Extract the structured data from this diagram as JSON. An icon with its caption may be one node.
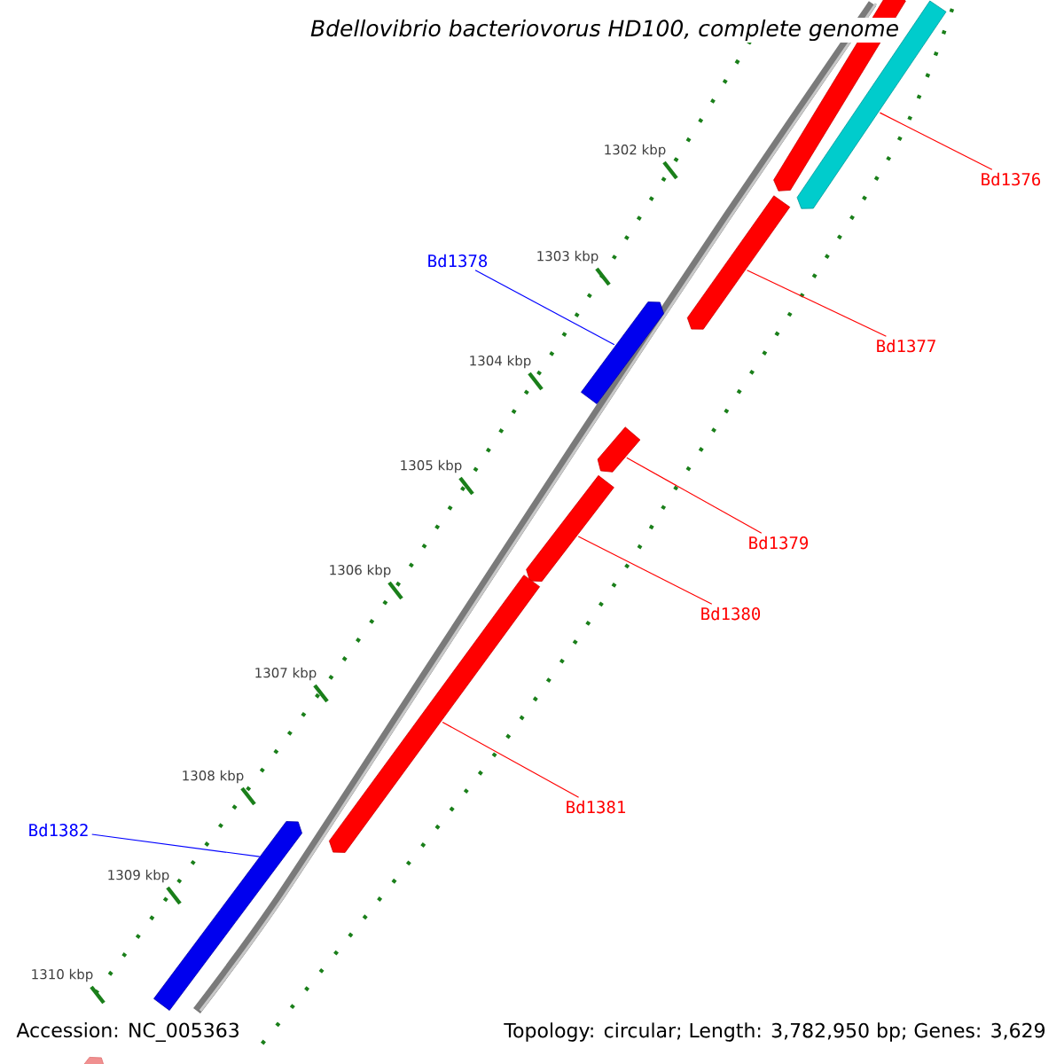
{
  "diagram": {
    "title": "*Bdellovibrio bacteriovorus* HD100, complete genome",
    "nodes": [
      {
        "text": [],
        "shape": "arrow"
      },
      {
        "text": [],
        "shape": "arrow"
      },
      {
        "text": [
          "Bd1376"
        ]
      },
      {
        "text": [],
        "shape": "arrow"
      },
      {
        "text": [
          "Bd1377"
        ]
      },
      {
        "text": [
          "Bd1378"
        ]
      },
      {
        "text": [],
        "shape": "arrow"
      },
      {
        "text": [],
        "shape": "arrow"
      },
      {
        "text": [
          "Bd1379"
        ]
      },
      {
        "text": [],
        "shape": "arrow"
      },
      {
        "text": [
          "Bd1380"
        ]
      },
      {
        "text": [],
        "shape": "arrow"
      },
      {
        "text": [
          "Bd1381"
        ]
      },
      {
        "text": [
          "Bd1382"
        ]
      },
      {
        "text": [],
        "shape": "arrow"
      },
      {
        "text": [],
        "shape": "arrow"
      }
    ],
    "edges": [
      {
        "from": 2,
        "to": 1,
        "arrow": "none"
      },
      {
        "from": 4,
        "to": 3,
        "arrow": "none"
      },
      {
        "from": 5,
        "to": 6,
        "arrow": "none",
        "color": "#0000ff"
      },
      {
        "from": 8,
        "to": 7,
        "arrow": "none"
      },
      {
        "from": 10,
        "to": 9,
        "arrow": "none"
      },
      {
        "from": 12,
        "to": 11,
        "arrow": "none"
      },
      {
        "from": 13,
        "to": 14,
        "arrow": "none",
        "color": "#0000ff"
      }
    ],
    "labels": [
      "1302 kbp",
      "1303 kbp",
      "1304 kbp",
      "1305 kbp",
      "1306 kbp",
      "1307 kbp",
      "1308 kbp",
      "1309 kbp",
      "1310 kbp",
      "Accession: NC_005363",
      "Topology: circular; Length: 3,782,950 bp; Genes: 3,629"
    ]
  }
}
